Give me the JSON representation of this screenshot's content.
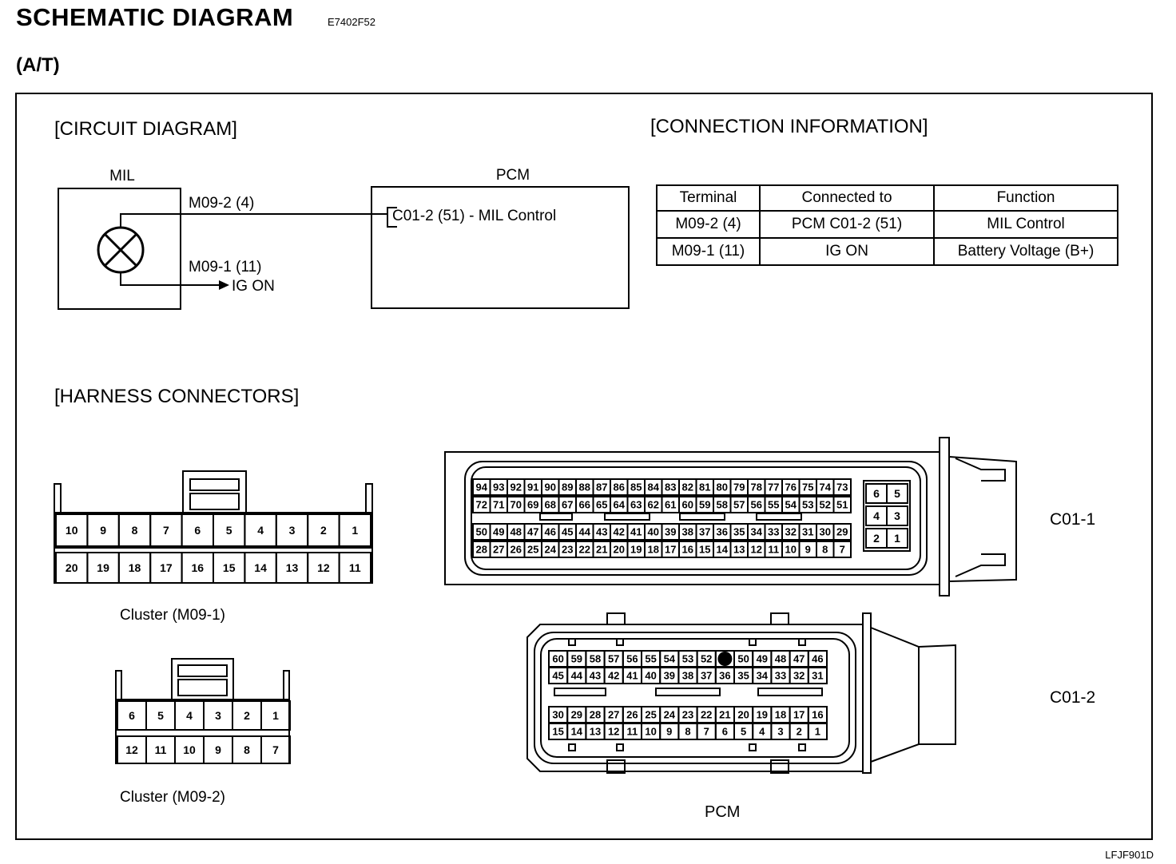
{
  "header": {
    "title": "SCHEMATIC DIAGRAM",
    "code": "E7402F52",
    "variant": "(A/T)"
  },
  "sections": {
    "circuit": "[CIRCUIT DIAGRAM]",
    "connection": "[CONNECTION INFORMATION]",
    "harness": "[HARNESS CONNECTORS]"
  },
  "circuit": {
    "mil_label": "MIL",
    "pcm_label": "PCM",
    "wire_top_label": "M09-2 (4)",
    "wire_bottom_label": "M09-1 (11)",
    "ig_on": "IG ON",
    "pcm_pin_label": "C01-2 (51) - MIL Control"
  },
  "table": {
    "headers": [
      "Terminal",
      "Connected to",
      "Function"
    ],
    "rows": [
      [
        "M09-2 (4)",
        "PCM C01-2 (51)",
        "MIL Control"
      ],
      [
        "M09-1 (11)",
        "IG ON",
        "Battery Voltage (B+)"
      ]
    ]
  },
  "connectors": {
    "m09_1": {
      "caption": "Cluster (M09-1)",
      "top": [
        "10",
        "9",
        "8",
        "7",
        "6",
        "5",
        "4",
        "3",
        "2",
        "1"
      ],
      "bottom": [
        "20",
        "19",
        "18",
        "17",
        "16",
        "15",
        "14",
        "13",
        "12",
        "11"
      ]
    },
    "m09_2": {
      "caption": "Cluster (M09-2)",
      "top": [
        "6",
        "5",
        "4",
        "3",
        "2",
        "1"
      ],
      "bottom": [
        "12",
        "11",
        "10",
        "9",
        "8",
        "7"
      ]
    },
    "c01_1": {
      "caption": "C01-1",
      "rows": [
        [
          "94",
          "93",
          "92",
          "91",
          "90",
          "89",
          "88",
          "87",
          "86",
          "85",
          "84",
          "83",
          "82",
          "81",
          "80",
          "79",
          "78",
          "77",
          "76",
          "75",
          "74",
          "73"
        ],
        [
          "72",
          "71",
          "70",
          "69",
          "68",
          "67",
          "66",
          "65",
          "64",
          "63",
          "62",
          "61",
          "60",
          "59",
          "58",
          "57",
          "56",
          "55",
          "54",
          "53",
          "52",
          "51"
        ],
        [
          "50",
          "49",
          "48",
          "47",
          "46",
          "45",
          "44",
          "43",
          "42",
          "41",
          "40",
          "39",
          "38",
          "37",
          "36",
          "35",
          "34",
          "33",
          "32",
          "31",
          "30",
          "29"
        ],
        [
          "28",
          "27",
          "26",
          "25",
          "24",
          "23",
          "22",
          "21",
          "20",
          "19",
          "18",
          "17",
          "16",
          "15",
          "14",
          "13",
          "12",
          "11",
          "10",
          "9",
          "8",
          "7"
        ]
      ],
      "side": [
        [
          "6",
          "5"
        ],
        [
          "4",
          "3"
        ],
        [
          "2",
          "1"
        ]
      ]
    },
    "c01_2": {
      "caption": "C01-2",
      "pcm_caption": "PCM",
      "rows": [
        [
          "60",
          "59",
          "58",
          "57",
          "56",
          "55",
          "54",
          "53",
          "52",
          "51",
          "50",
          "49",
          "48",
          "47",
          "46"
        ],
        [
          "45",
          "44",
          "43",
          "42",
          "41",
          "40",
          "39",
          "38",
          "37",
          "36",
          "35",
          "34",
          "33",
          "32",
          "31"
        ],
        [
          "30",
          "29",
          "28",
          "27",
          "26",
          "25",
          "24",
          "23",
          "22",
          "21",
          "20",
          "19",
          "18",
          "17",
          "16"
        ],
        [
          "15",
          "14",
          "13",
          "12",
          "11",
          "10",
          "9",
          "8",
          "7",
          "6",
          "5",
          "4",
          "3",
          "2",
          "1"
        ]
      ],
      "filled_pin": "51"
    }
  },
  "footer": {
    "code": "LFJF901D"
  }
}
